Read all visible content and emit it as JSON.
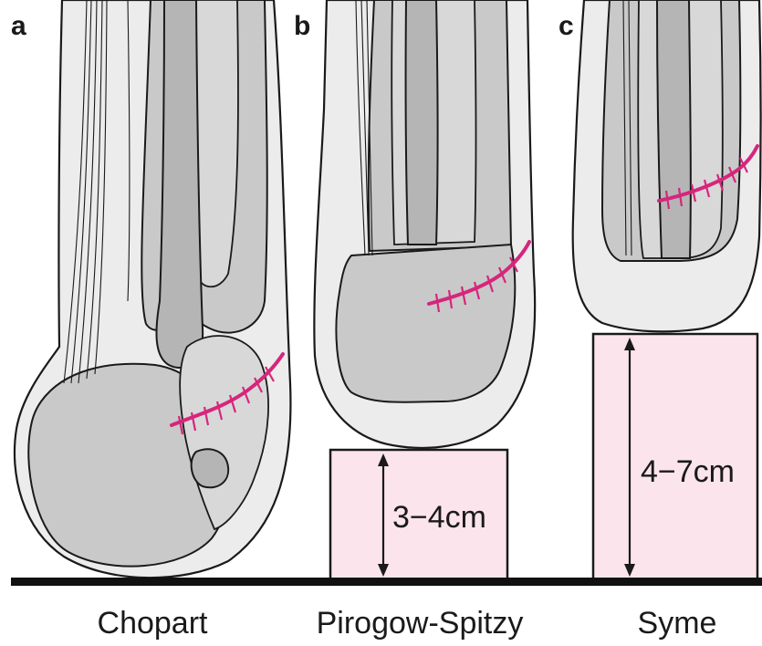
{
  "panels": [
    {
      "letter": "a",
      "caption": "Chopart"
    },
    {
      "letter": "b",
      "caption": "Pirogow-Spitzy",
      "height_label": "3−4cm"
    },
    {
      "letter": "c",
      "caption": "Syme",
      "height_label": "4−7cm"
    }
  ],
  "colors": {
    "suture": "#d6267c",
    "block_fill": "#fbe4ec",
    "bone": "#c9c9c9",
    "skin": "#ececec"
  }
}
